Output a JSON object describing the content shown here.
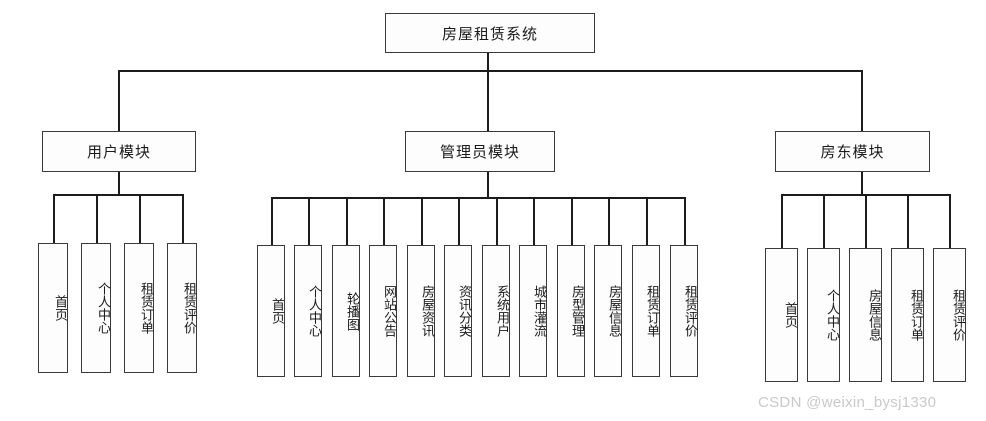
{
  "diagram": {
    "title": "房屋租赁系统",
    "root": {
      "label": "房屋租赁系统"
    },
    "modules": [
      {
        "label": "用户模块",
        "children": [
          {
            "label": "首页"
          },
          {
            "label": "个人中心"
          },
          {
            "label": "租赁订单"
          },
          {
            "label": "租赁评价"
          }
        ]
      },
      {
        "label": "管理员模块",
        "children": [
          {
            "label": "首页"
          },
          {
            "label": "个人中心"
          },
          {
            "label": "轮播图"
          },
          {
            "label": "网站公告"
          },
          {
            "label": "房屋资讯"
          },
          {
            "label": "资讯分类"
          },
          {
            "label": "系统用户"
          },
          {
            "label": "城市灌流"
          },
          {
            "label": "房型管理"
          },
          {
            "label": "房屋信息"
          },
          {
            "label": "租赁订单"
          },
          {
            "label": "租赁评价"
          }
        ]
      },
      {
        "label": "房东模块",
        "children": [
          {
            "label": "首页"
          },
          {
            "label": "个人中心"
          },
          {
            "label": "房屋信息"
          },
          {
            "label": "租赁订单"
          },
          {
            "label": "租赁评价"
          }
        ]
      }
    ]
  },
  "watermark": {
    "text": "CSDN @weixin_bysj1330"
  },
  "colors": {
    "box_border": "#3a3a3a",
    "box_fill": "#fdfdfd",
    "line": "#1c1c1c",
    "text": "#1a1a1a",
    "watermark": "#c9c9c9",
    "background": "#ffffff"
  }
}
